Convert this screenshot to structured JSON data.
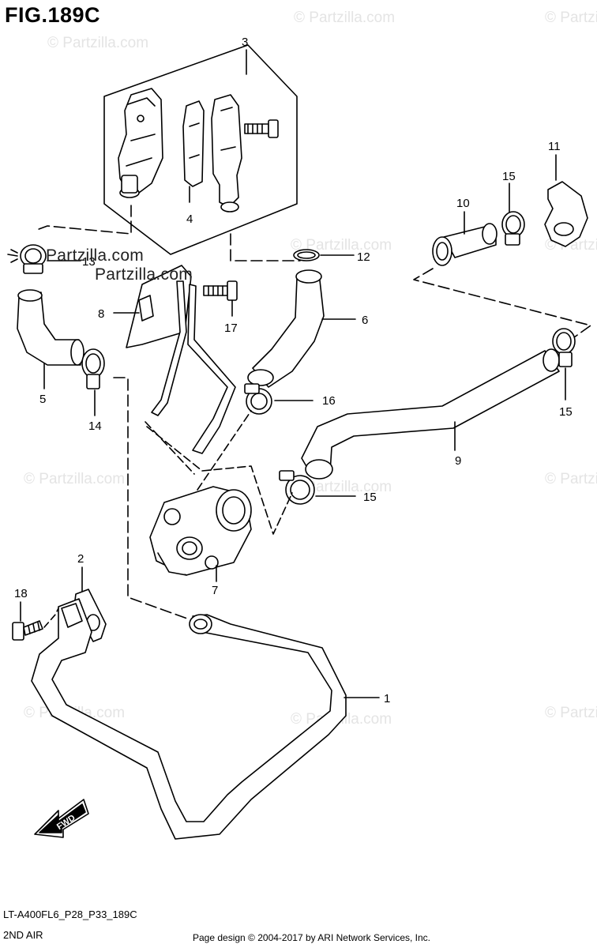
{
  "figure_title": "FIG.189C",
  "model_code": "LT-A400FL6_P28_P33_189C",
  "subtitle": "2ND AIR",
  "credit": "Page design © 2004-2017 by ARI Network Services, Inc.",
  "watermark": "© Partzilla.com",
  "watermark_overlay": "Partzilla.com",
  "fwd_label": "FWD",
  "callouts": {
    "p1": "1",
    "p2": "2",
    "p3": "3",
    "p4": "4",
    "p5": "5",
    "p6": "6",
    "p7": "7",
    "p8": "8",
    "p9": "9",
    "p10": "10",
    "p11": "11",
    "p12": "12",
    "p13": "13",
    "p14": "14",
    "p15a": "15",
    "p15b": "15",
    "p15c": "15",
    "p16": "16",
    "p17": "17",
    "p18": "18"
  },
  "colors": {
    "ink": "#000000",
    "watermark": "#e4e4e4"
  }
}
